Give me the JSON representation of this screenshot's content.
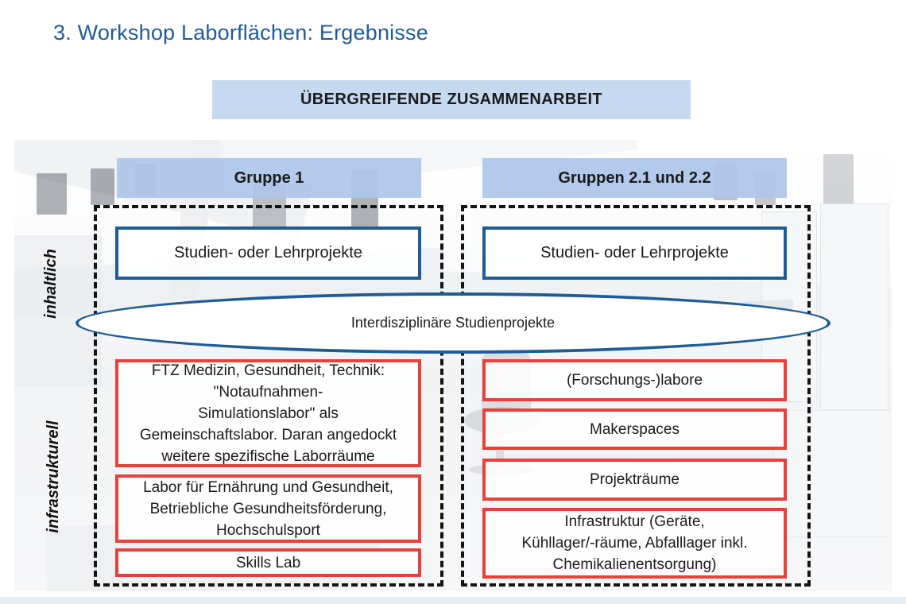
{
  "colors": {
    "title_blue": "#1f5c99",
    "banner_bg": "#c5d9f1",
    "header_bg": "#aec6e8",
    "blue_border": "#1e5c97",
    "red_border": "#e8403a",
    "dash_color": "#141414",
    "bottom_bar": "#e9eef5"
  },
  "title": "3. Workshop Laborflächen: Ergebnisse",
  "banner": {
    "label": "ÜBERGREIFENDE ZUSAMMENARBEIT"
  },
  "side_labels": {
    "top": "inhaltlich",
    "bottom": "infrastrukturell"
  },
  "ellipse": {
    "label": "Interdisziplinäre Studienprojekte"
  },
  "columns": {
    "left": {
      "header": "Gruppe 1",
      "project_box": "Studien- oder Lehrprojekte",
      "infra_boxes": [
        "FTZ Medizin, Gesundheit, Technik:\n\"Notaufnahmen-\nSimulationslabor\" als\nGemeinschaftslabor. Daran angedockt\nweitere spezifische Laborräume",
        "Labor für Ernährung und Gesundheit,\nBetriebliche Gesundheitsförderung,\nHochschulsport",
        "Skills Lab"
      ]
    },
    "right": {
      "header": "Gruppen 2.1 und 2.2",
      "project_box": "Studien- oder Lehrprojekte",
      "infra_boxes": [
        "(Forschungs-)labore",
        "Makerspaces",
        "Projekträume",
        "Infrastruktur (Geräte,\nKühllager/-räume, Abfalllager inkl.\nChemikalienentsorgung)"
      ]
    }
  }
}
